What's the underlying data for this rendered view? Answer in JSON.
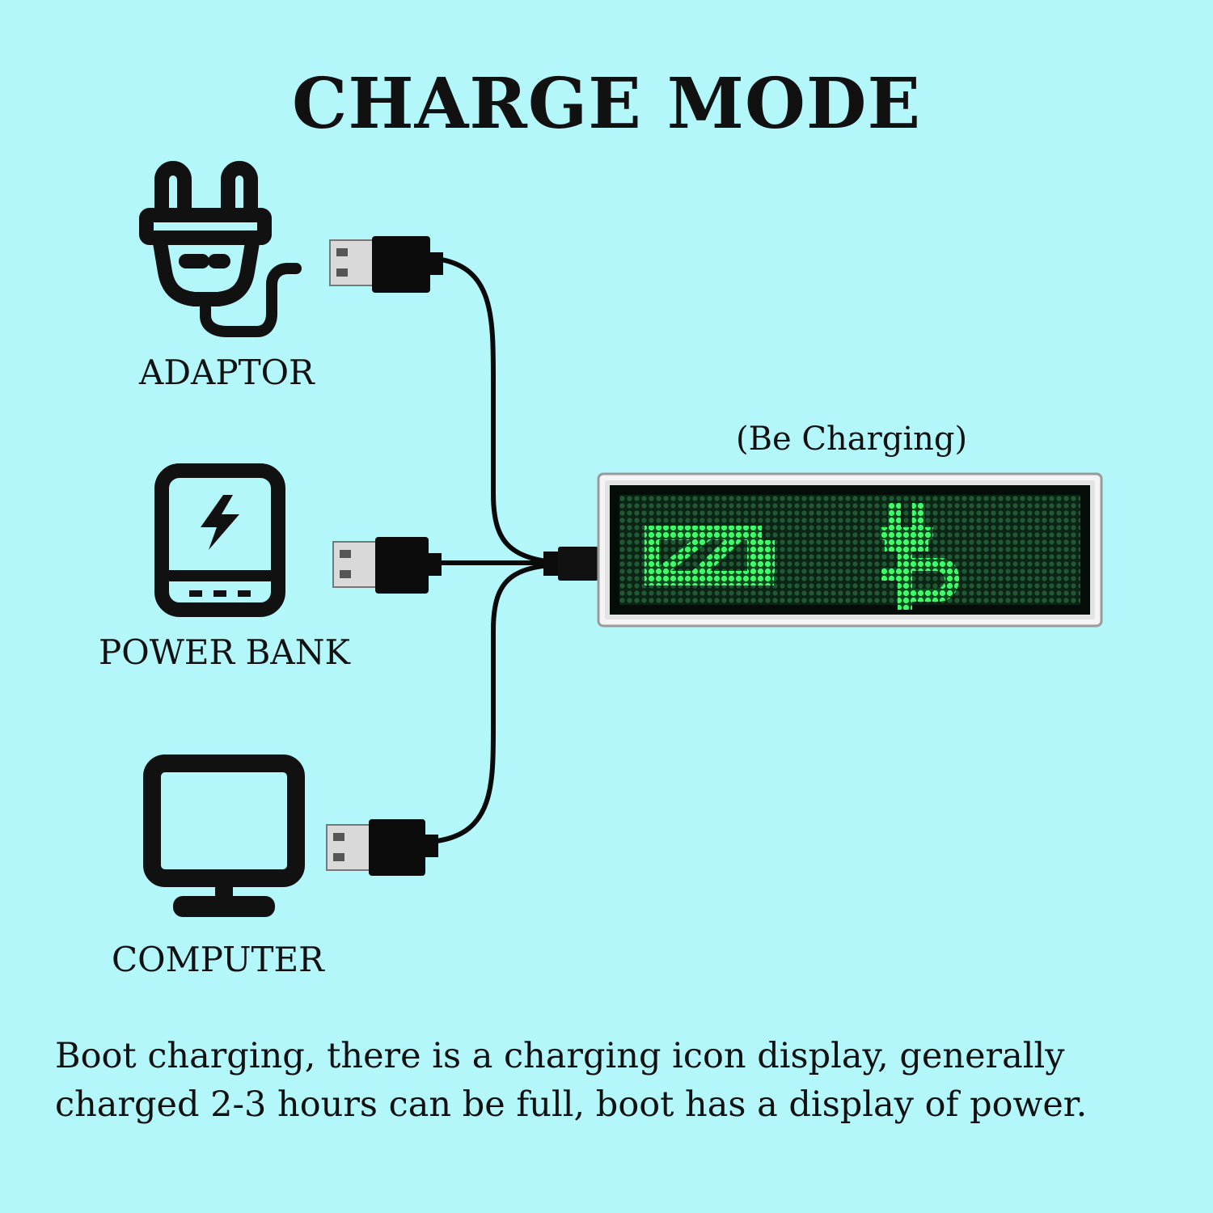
{
  "title": "CHARGE MODE",
  "sources": [
    {
      "label": "ADAPTOR",
      "icon": "plug-icon"
    },
    {
      "label": "POWER BANK",
      "icon": "power-bank-icon"
    },
    {
      "label": "COMPUTER",
      "icon": "monitor-icon"
    }
  ],
  "badge": {
    "status_label": "(Be Charging)",
    "display_color": "#22e04a"
  },
  "description": {
    "line1": "Boot charging, there is a charging icon display, generally",
    "line2": "charged 2-3 hours can be full, boot has a display of power."
  }
}
